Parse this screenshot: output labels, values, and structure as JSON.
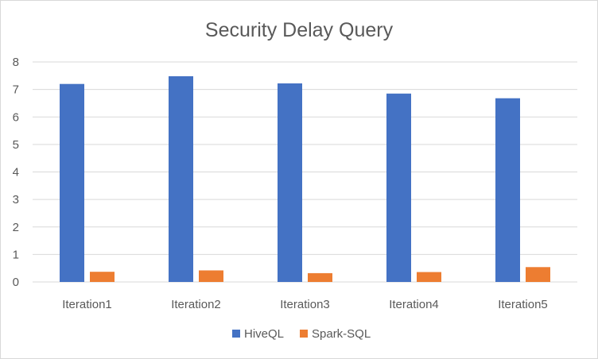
{
  "chart_data": {
    "type": "bar",
    "title": "Security Delay Query",
    "xlabel": "",
    "ylabel": "",
    "categories": [
      "Iteration1",
      "Iteration2",
      "Iteration3",
      "Iteration4",
      "Iteration5"
    ],
    "series": [
      {
        "name": "HiveQL",
        "color": "#4472c4",
        "values": [
          7.2,
          7.48,
          7.22,
          6.85,
          6.68
        ]
      },
      {
        "name": "Spark-SQL",
        "color": "#ed7d31",
        "values": [
          0.37,
          0.42,
          0.32,
          0.36,
          0.54
        ]
      }
    ],
    "ylim": [
      0,
      8
    ],
    "yticks": [
      0,
      1,
      2,
      3,
      4,
      5,
      6,
      7,
      8
    ],
    "grid": true,
    "legend_position": "bottom"
  }
}
